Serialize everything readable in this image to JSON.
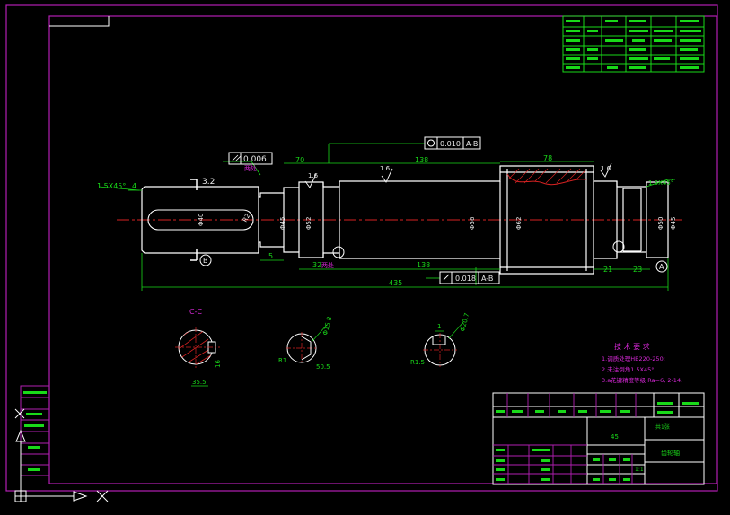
{
  "colors": {
    "background": "#000000",
    "frame": "#b21fb2",
    "outline": "#ffffff",
    "dimension": "#19d919",
    "centerline": "#d62222",
    "hatch": "#d62222",
    "note": "#d628d6"
  },
  "dims": {
    "chamfer": "1.5X45°",
    "key_left": "4",
    "roughness_32": "3.2",
    "runout": "0.006",
    "dist_70": "70",
    "rough_left": "1.6",
    "len_138_top": "138",
    "rough_mid": "1.6",
    "len_78": "78",
    "rough_right": "1.6",
    "chamfer_right": "1.5X45°",
    "gdt_top": "0.010",
    "datum_ab_top": "A-B",
    "len_5": "5",
    "len_32": "32",
    "len_138_bottom": "138",
    "gdt_bottom": "0.018",
    "datum_ab_bottom": "A-B",
    "len_21": "21",
    "len_23": "23",
    "len_435": "435",
    "datum_a": "A",
    "datum_b": "B",
    "phi_left": "Φ40",
    "phi_mid1": "Φ45",
    "phi_mid2": "Φ52",
    "phi_main": "Φ56",
    "phi_gear": "Φ62",
    "phi_right1": "Φ50",
    "phi_right2": "Φ45",
    "r_label": "R2"
  },
  "sections": {
    "cc_label": "C-C",
    "s1_dim_a": "16",
    "s1_dim_b": "35.5",
    "s2_dim_phi": "Φ15.8",
    "s2_r": "R1",
    "s2_dim_b": "50.5",
    "s3_dim_top": "1",
    "s3_dim_phi": "Φ20.7",
    "s3_r": "R1.5"
  },
  "notes": {
    "title": "技 术 要 求",
    "line1": "1.调质处理HB220-250;",
    "line2": "2.未注倒角1.5X45°;",
    "line3": "3.a花键精度等级 Ra=6, 2-14."
  },
  "pink_notes": {
    "left": "两处",
    "right": "两处"
  },
  "title_block": {
    "material": "45",
    "part_name": "齿轮轴",
    "scale": "1:1",
    "sheet": "共1张"
  }
}
